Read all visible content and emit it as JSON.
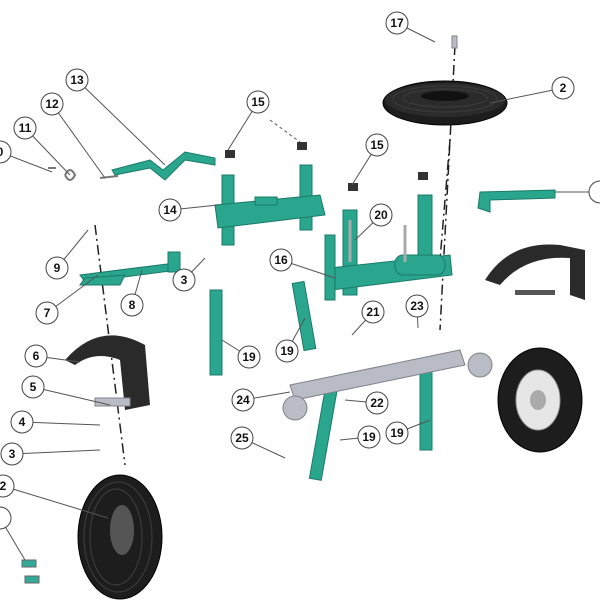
{
  "title": "Trailer exploded parts diagram",
  "callouts": [
    "17",
    "2",
    "13",
    "12",
    "11",
    "0",
    "15",
    "14",
    "15",
    "20",
    "16",
    "9",
    "7",
    "8",
    "3",
    "19",
    "19",
    "21",
    "23",
    "6",
    "5",
    "24",
    "22",
    "4",
    "3",
    "25",
    "19",
    "19",
    "2",
    "",
    ""
  ],
  "colors": {
    "frame": "#2aa58e",
    "tire": "#1d1d1d",
    "axle": "#b9bcc4"
  }
}
